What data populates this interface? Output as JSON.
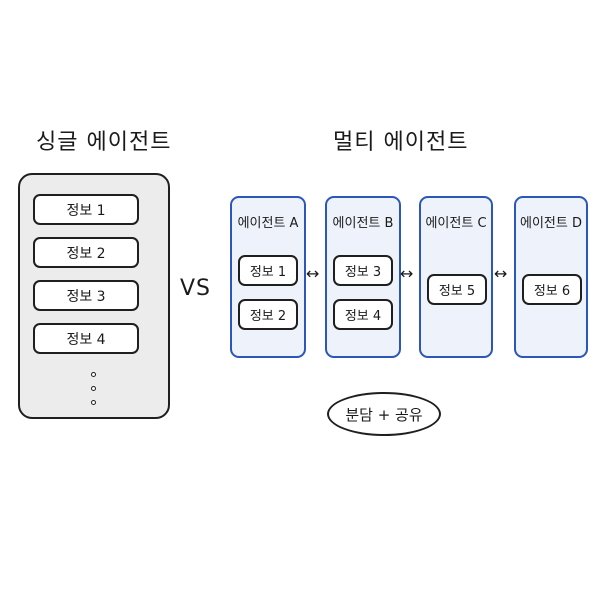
{
  "single": {
    "title": "싱글 에이전트",
    "items": [
      "정보 1",
      "정보 2",
      "정보 3",
      "정보 4"
    ]
  },
  "vs_label": "VS",
  "multi": {
    "title": "멀티 에이전트",
    "agents": [
      {
        "label": "에이전트 A",
        "items": [
          "정보 1",
          "정보 2"
        ]
      },
      {
        "label": "에이전트 B",
        "items": [
          "정보 3",
          "정보 4"
        ]
      },
      {
        "label": "에이전트 C",
        "items": [
          "정보 5"
        ]
      },
      {
        "label": "에이전트 D",
        "items": [
          "정보 6"
        ]
      }
    ],
    "arrow_symbol": "↔",
    "share_label": "분담 + 공유"
  },
  "colors": {
    "agent_border": "#2c56b8",
    "agent_fill": "#eef3fb",
    "single_fill": "#ececec"
  }
}
